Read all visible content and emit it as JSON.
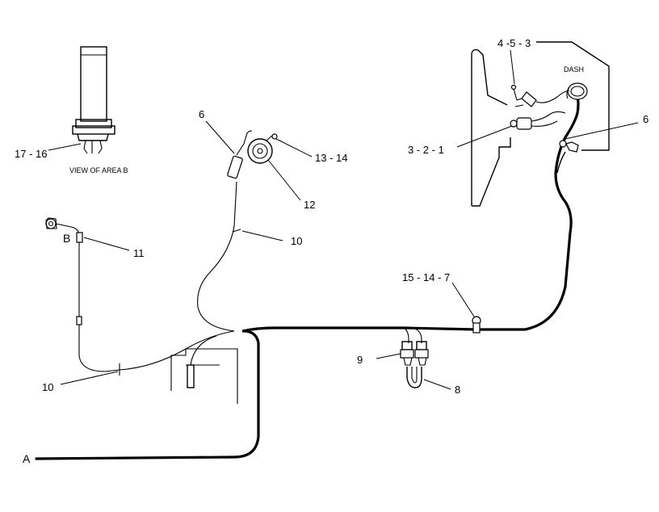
{
  "labels": {
    "area_b_callout": "17 - 16",
    "area_b_caption": "VIEW OF AREA B",
    "point_b": "B",
    "point_a": "A",
    "callout_11": "11",
    "callout_10_upper": "10",
    "callout_10_lower": "10",
    "callout_6_left": "6",
    "callout_12": "12",
    "callout_13_14": "13 - 14",
    "callout_4_5_3": "4 -5 - 3",
    "dash": "DASH",
    "callout_6_right": "6",
    "callout_3_2_1": "3 - 2 - 1",
    "callout_15_14_7": "15 - 14 - 7",
    "callout_9": "9",
    "callout_8": "8"
  }
}
